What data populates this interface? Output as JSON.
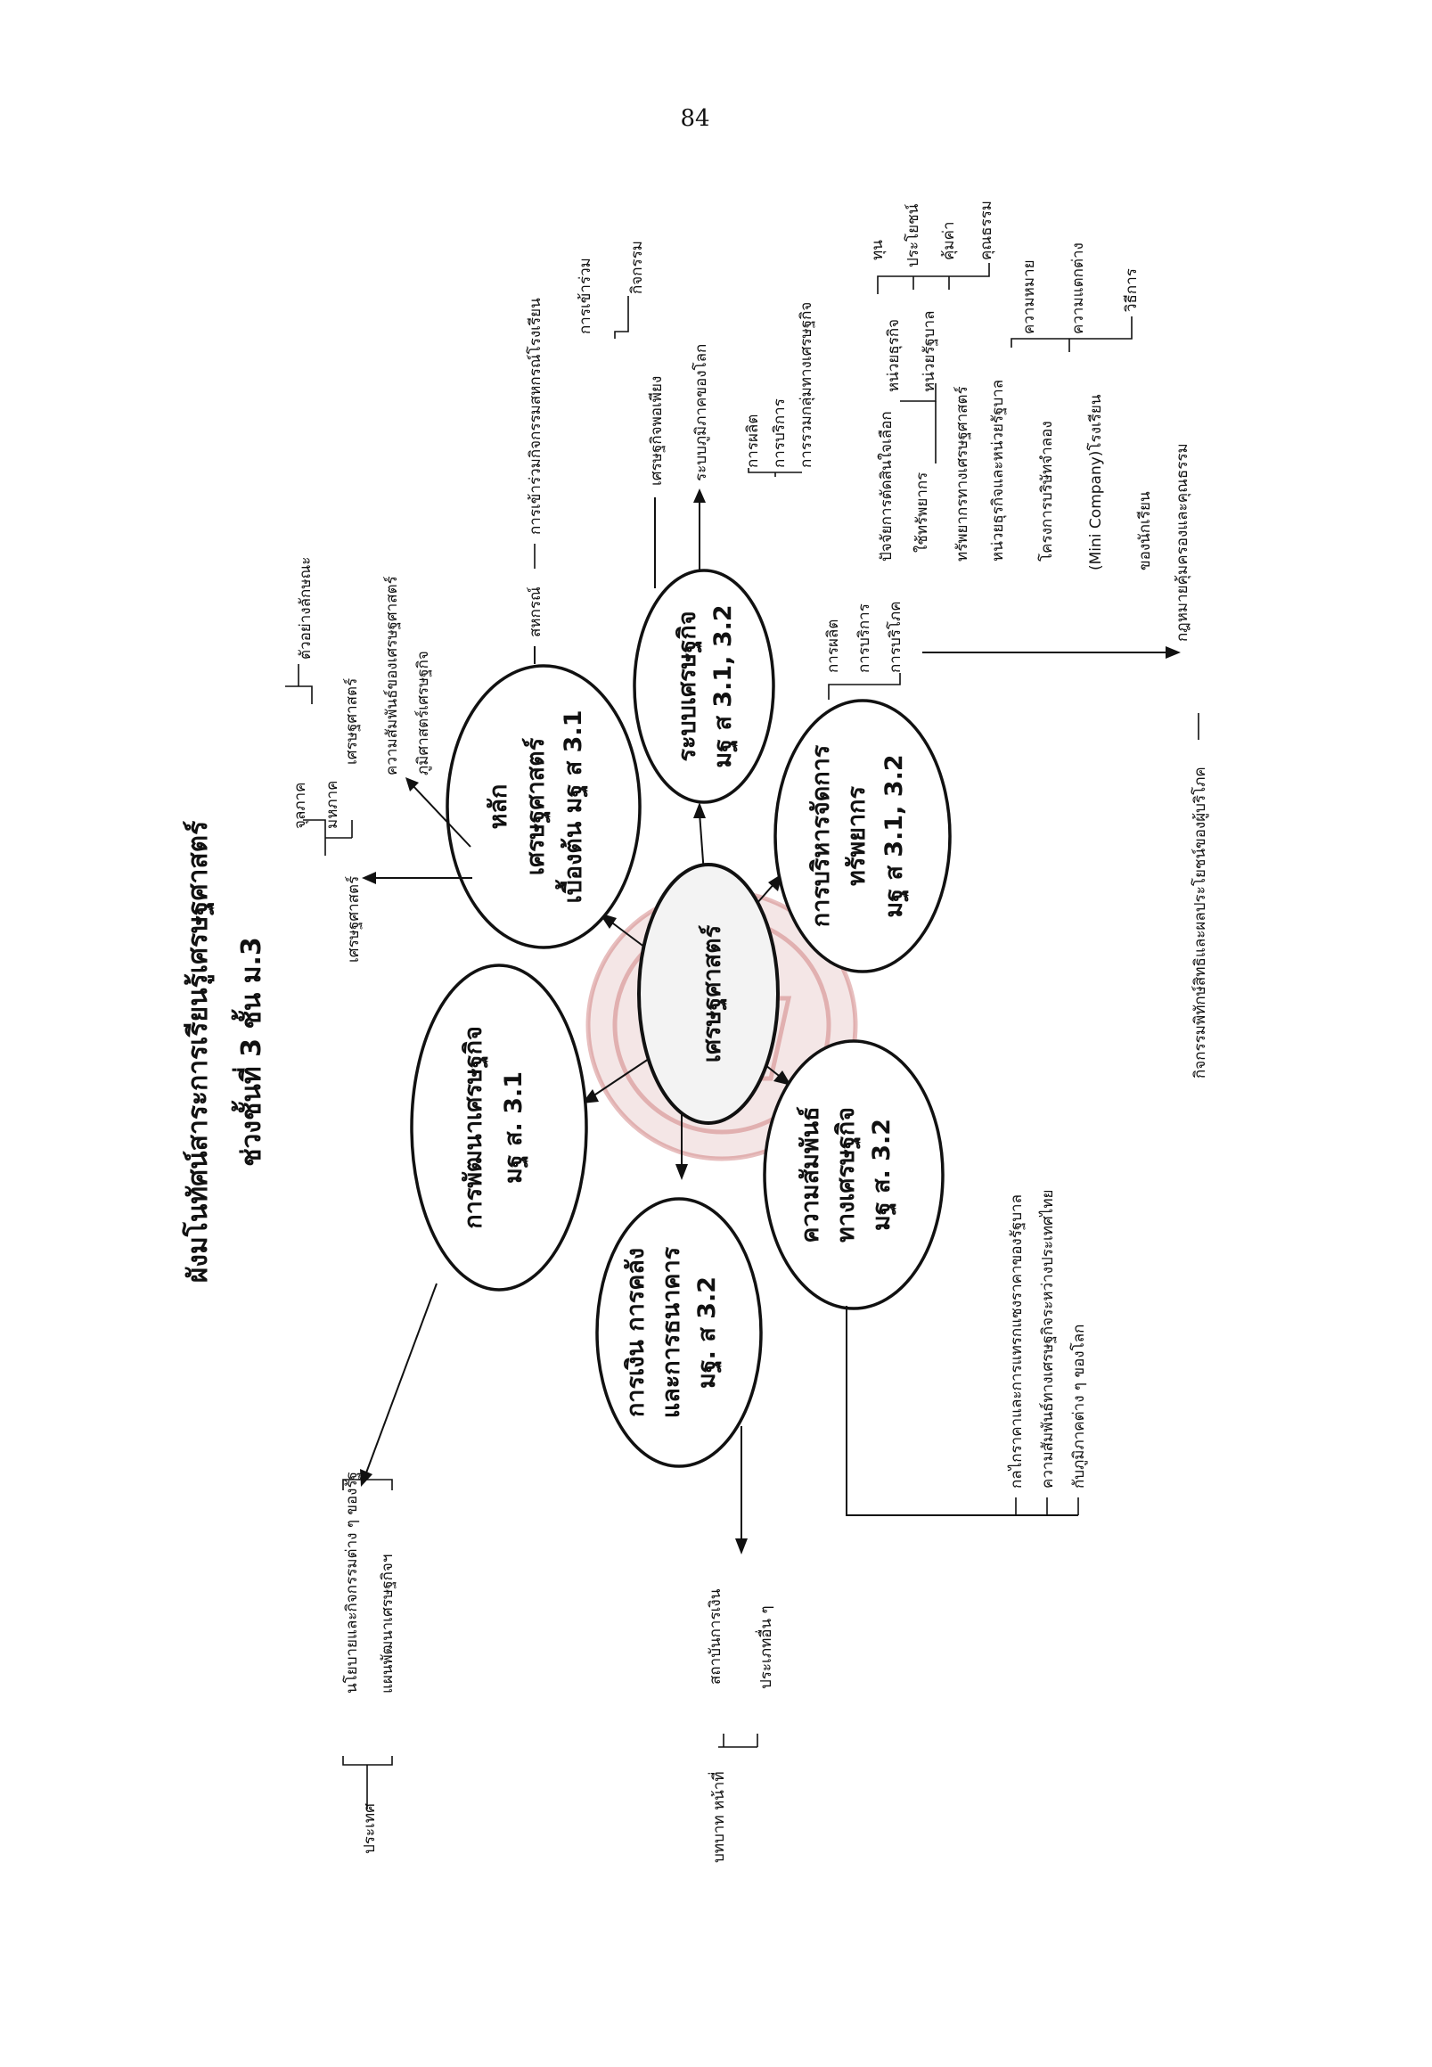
{
  "page_number": "84",
  "title_line1": "ผังมโนทัศน์สาระการเรียนรู้เศรษฐศาสตร์",
  "title_line2": "ช่วงชั้นที่  3  ชั้น  ม.3",
  "center": "เศรษฐศาสตร์",
  "nodes": {
    "principles": [
      "หลัก",
      "เศรษฐศาสตร์",
      "เบื้องต้น มฐ ส 3.1"
    ],
    "system": [
      "ระบบเศรษฐกิจ",
      "มฐ ส 3.1, 3.2"
    ],
    "resource": [
      "การบริหารจัดการ",
      "ทรัพยากร",
      "มฐ ส 3.1, 3.2"
    ],
    "relations": [
      "ความสัมพันธ์",
      "ทางเศรษฐกิจ",
      "มฐ ส. 3.2"
    ],
    "finance": [
      "การเงิน การคลัง",
      "และการธนาคาร",
      "มฐ. ส 3.2"
    ],
    "development": [
      "การพัฒนาเศรษฐกิจ",
      "มฐ ส. 3.1"
    ]
  },
  "principles_branch": {
    "economics": "เศรษฐศาสตร์",
    "micro": "จุลภาค",
    "macro": "มหภาค",
    "example": "ตัวอย่างลักษณะ",
    "economist": "เศรษฐศาสตร์",
    "relation": "ความสัมพันธ์ของเศรษฐศาสตร์",
    "geography": "ภูมิศาสตร์เศรษฐกิจ",
    "cooperative": "สหกรณ์",
    "coop_activity": "การเข้าร่วมกิจกรรมสหกรณ์โรงเรียน"
  },
  "system_branch": {
    "sufficiency": "เศรษฐกิจพอเพียง",
    "participation": "การเข้าร่วม",
    "activity": "กิจกรรม",
    "regional": "ระบบภูมิภาคของโลก",
    "production": "การผลิต",
    "service": "การบริการ",
    "grouping": "การรวมกลุ่มทางเศรษฐกิจ"
  },
  "resource_branch": {
    "production": "การผลิต",
    "service": "การบริการ",
    "consumption": "การบริโภค",
    "factors": "ปัจจัยการตัดสินใจเลือก",
    "use": "ใช้ทรัพยากร",
    "business": "หน่วยธุรกิจ",
    "government": "หน่วยรัฐบาล",
    "capital": "ทุน",
    "benefit": "ประโยชน์",
    "worth": "คุ้มค่า",
    "ethics": "คุณธรรม",
    "econ_resources": "ทรัพยากรทางเศรษฐศาสตร์",
    "biz_gov_units": "หน่วยธุรกิจและหน่วยรัฐบาล",
    "meaning": "ความหมาย",
    "difference": "ความแตกต่าง",
    "method": "วิธีการ",
    "project": "โครงการบริษัทจำลอง",
    "mini_company": "(Mini Company)โรงเรียน",
    "students": "ของนักเรียน",
    "consumer_law": "กฎหมายคุ้มครองและคุณธรรม",
    "consumer_rights": "กิจกรรมพิทักษ์สิทธิและผลประโยชน์ของผู้บริโภค"
  },
  "relations_branch": {
    "policy": "กลไกราคาและการแทรกแซงราคาของรัฐบาล",
    "trade": "ความสัมพันธ์ทางเศรษฐกิจระหว่างประเทศไทย",
    "regions": "กับภูมิภาคต่าง ๆ ของโลก"
  },
  "finance_branch": {
    "institutions": "สถาบันการเงิน",
    "other_types": "ประเภทอื่น ๆ",
    "roles": "บทบาท หน้าที่"
  },
  "development_branch": {
    "policies": "นโยบายและกิจกรรมต่าง ๆ ของรัฐ",
    "plan": "แผนพัฒนาเศรษฐกิจฯ",
    "country": "ประเทศ"
  }
}
